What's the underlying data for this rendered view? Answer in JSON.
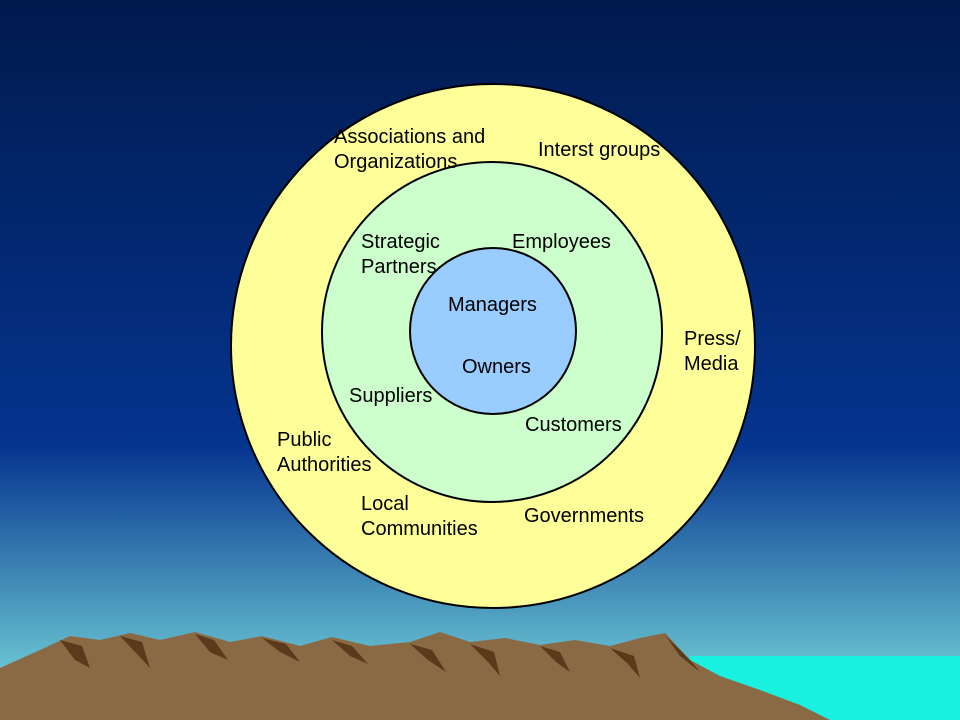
{
  "colors": {
    "sky_top": "#001a4d",
    "sky_mid": "#05348f",
    "sky_bottom": "#7fe3e0",
    "outer_ring": "#ffff99",
    "middle_ring": "#ccffcc",
    "inner_circle": "#99ccff",
    "mountain": "#8a6a45",
    "mountain_shadow": "#5a3a1a",
    "sea": "#19f0e0"
  },
  "diagram": {
    "outer_ring": {
      "labels": [
        "Associations and",
        "Organizations",
        "Interst groups",
        "Press/",
        "Media",
        "Public",
        "Authorities",
        "Local",
        "Communities",
        "Governments"
      ]
    },
    "middle_ring": {
      "labels": [
        "Strategic",
        "Partners",
        "Employees",
        "Suppliers",
        "Customers"
      ]
    },
    "inner_circle": {
      "labels": [
        "Managers",
        "Owners"
      ]
    }
  }
}
